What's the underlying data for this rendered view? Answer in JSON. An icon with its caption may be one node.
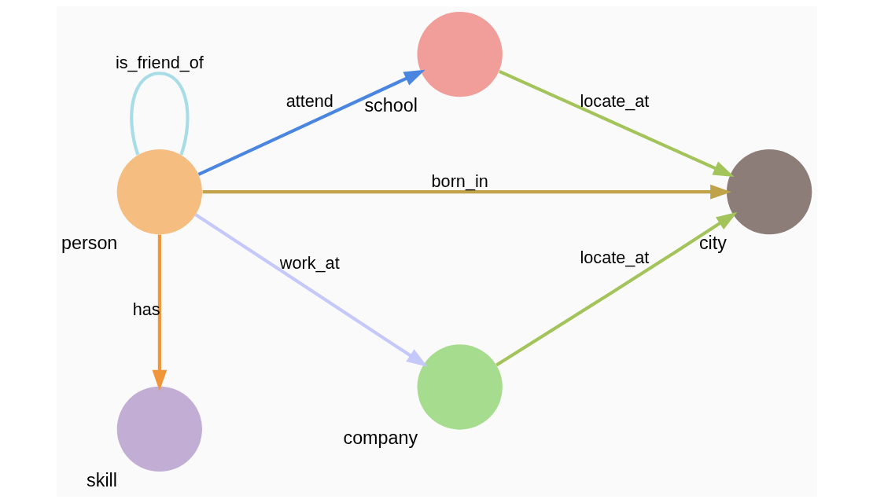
{
  "diagram": {
    "nodes": [
      {
        "text": [
          "person"
        ]
      },
      {
        "text": [
          "school"
        ]
      },
      {
        "text": [
          "city"
        ]
      },
      {
        "text": [
          "company"
        ]
      },
      {
        "text": [
          "skill"
        ]
      }
    ],
    "edges": [
      {
        "from": 0,
        "to": 0,
        "arrow": "none",
        "label": "is_friend_of",
        "color": "#a8dce6"
      },
      {
        "from": 0,
        "to": 1,
        "arrow": "to",
        "label": "attend",
        "color": "#4a86e0"
      },
      {
        "from": 1,
        "to": 2,
        "arrow": "to",
        "label": "locate_at",
        "color": "#a3c45a"
      },
      {
        "from": 0,
        "to": 2,
        "arrow": "to",
        "label": "born_in",
        "color": "#bfa24a"
      },
      {
        "from": 0,
        "to": 3,
        "arrow": "to",
        "label": "work_at",
        "color": "#c4c8fb"
      },
      {
        "from": 3,
        "to": 2,
        "arrow": "to",
        "label": "locate_at",
        "color": "#a3c45a"
      },
      {
        "from": 0,
        "to": 4,
        "arrow": "to",
        "label": "has",
        "color": "#f0953a"
      }
    ]
  }
}
